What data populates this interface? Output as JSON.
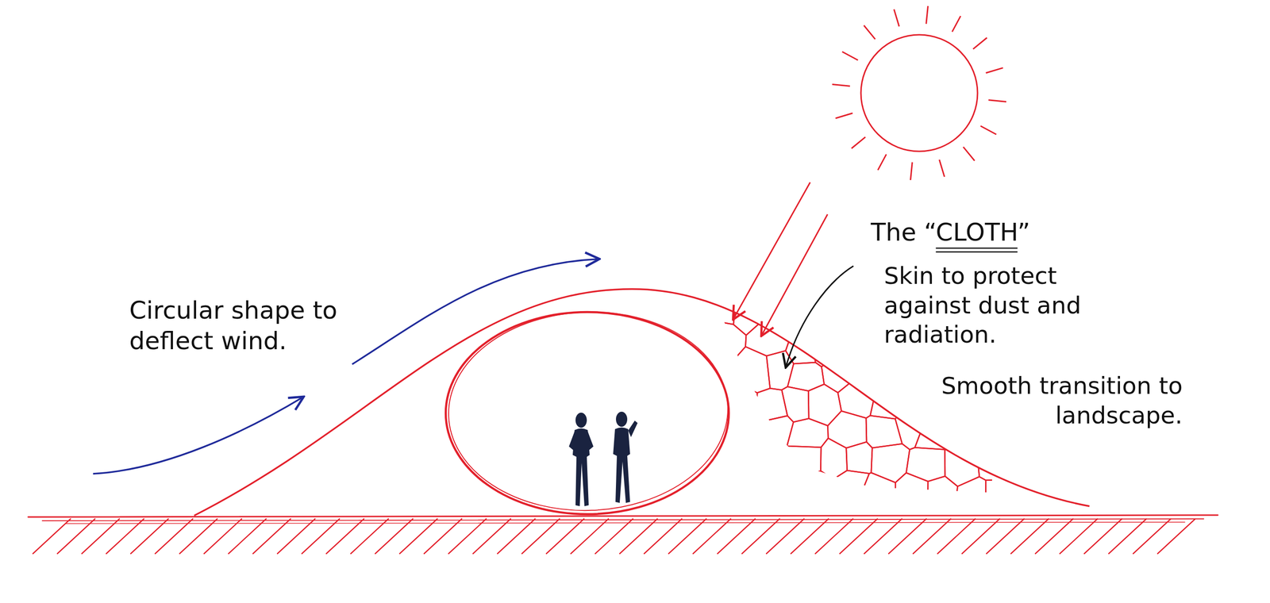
{
  "diagram": {
    "labels": [
      "Circular shape to deflect wind.",
      "The “CLOTH”",
      "Skin to protect against dust and radiation.",
      "Smooth transition to landscape."
    ]
  }
}
